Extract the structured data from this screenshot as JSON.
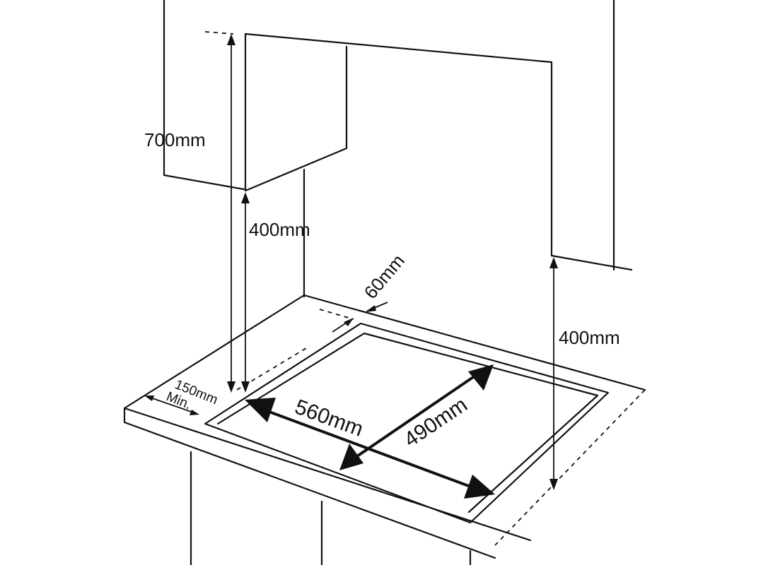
{
  "dimensions": {
    "hood_height": "700mm",
    "hood_clearance": "400mm",
    "side_clearance": "400mm",
    "rear_gap": "60mm",
    "side_gap_value": "150mm",
    "side_gap_note": "Min.",
    "cutout_width": "560mm",
    "cutout_depth": "490mm"
  }
}
